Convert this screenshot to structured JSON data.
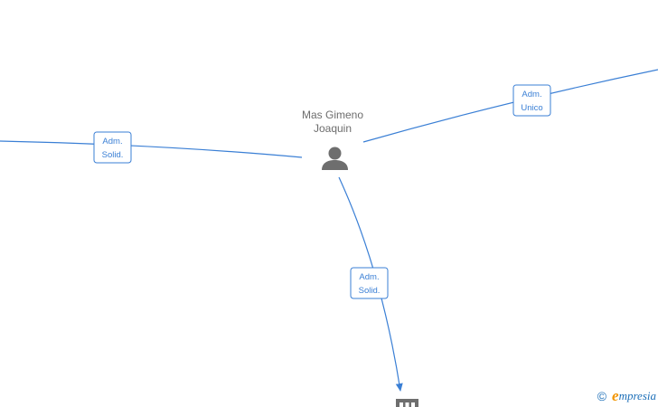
{
  "diagram": {
    "center_node": {
      "name_lines": [
        "Mas Gimeno",
        "Joaquin"
      ],
      "icon": "person-icon"
    },
    "edges": [
      {
        "id": "left",
        "label_lines": [
          "Adm.",
          "Solid."
        ]
      },
      {
        "id": "right",
        "label_lines": [
          "Adm.",
          "Unico"
        ]
      },
      {
        "id": "down",
        "label_lines": [
          "Adm.",
          "Solid."
        ]
      }
    ],
    "bottom_node": {
      "icon": "building-icon"
    }
  },
  "watermark": {
    "copyright": "©",
    "brand_initial": "e",
    "brand_rest": "mpresia"
  },
  "colors": {
    "edge": "#3a7fd5",
    "label_text": "#3a7fd5",
    "node_text": "#6d6d6d",
    "icon": "#6e6e6e",
    "watermark_copy": "#1d6fb8",
    "watermark_brand_initial": "#f29400",
    "watermark_brand_rest": "#1d6fb8"
  }
}
